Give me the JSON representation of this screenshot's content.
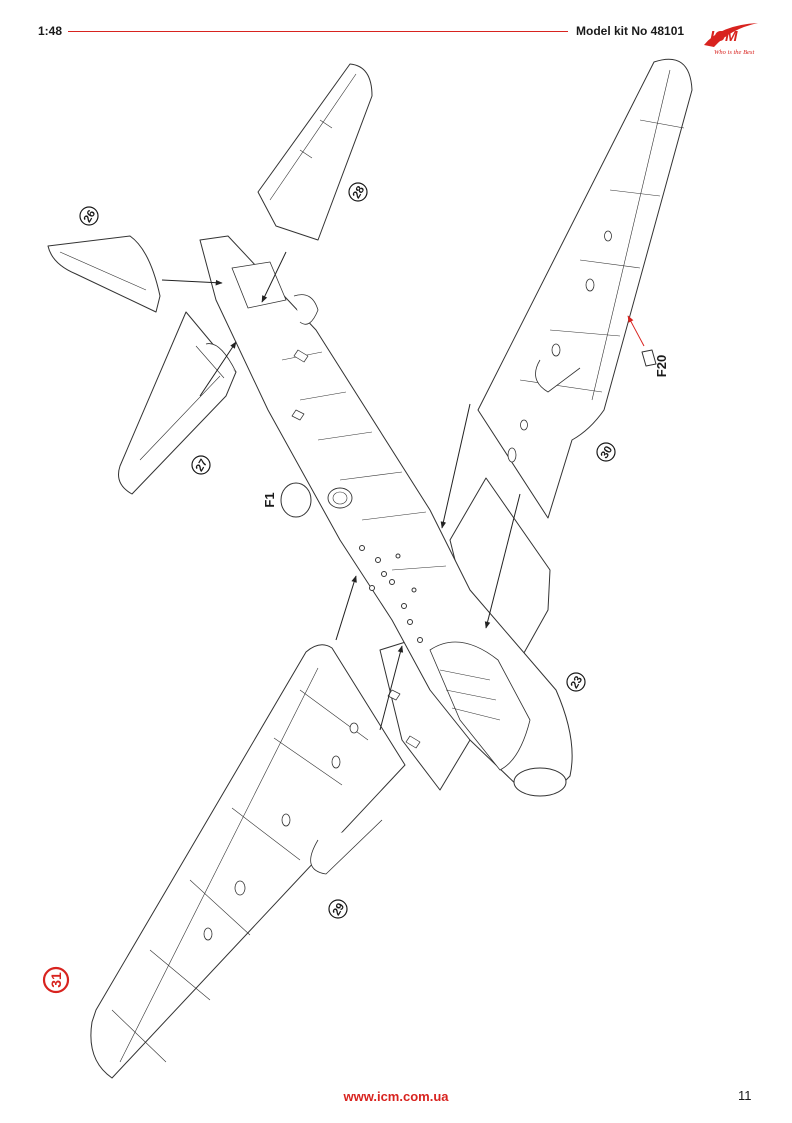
{
  "header": {
    "scale": "1:48",
    "kit_label": "Model kit No 48101"
  },
  "logo": {
    "brand": "ICM",
    "tagline": "Who is the Best",
    "color": "#d8231f"
  },
  "step": {
    "number": "31",
    "color": "#d8231f"
  },
  "callouts": {
    "part_26": "26",
    "part_27": "27",
    "part_28": "28",
    "part_29": "29",
    "part_30": "30",
    "part_23": "23"
  },
  "labels": {
    "part_f1": "F1",
    "part_f20": "F20"
  },
  "footer": {
    "url": "www.icm.com.ua",
    "page_number": "11"
  }
}
